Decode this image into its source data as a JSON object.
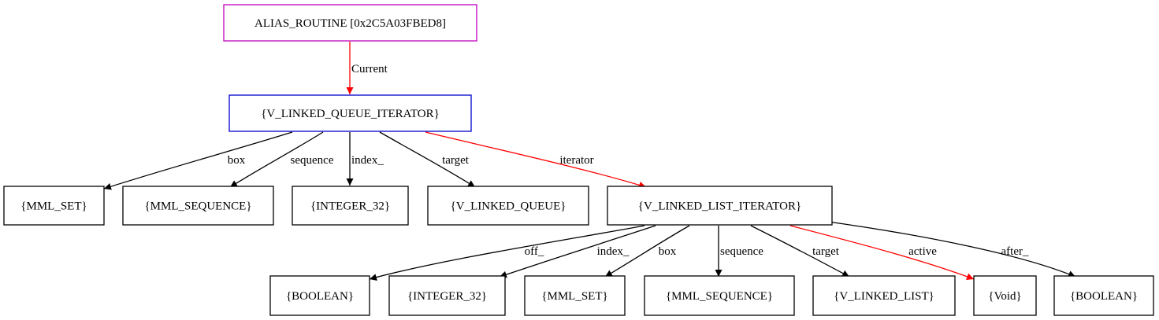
{
  "diagram": {
    "nodes": [
      {
        "id": "root",
        "label": "ALIAS_ROUTINE [0x2C5A03FBED8]",
        "border_color": "#c000c0"
      },
      {
        "id": "vlqi",
        "label": "{V_LINKED_QUEUE_ITERATOR}",
        "border_color": "#0000cc"
      },
      {
        "id": "mml_set_1",
        "label": "{MML_SET}",
        "border_color": "#000000"
      },
      {
        "id": "mml_seq_1",
        "label": "{MML_SEQUENCE}",
        "border_color": "#000000"
      },
      {
        "id": "int32_1",
        "label": "{INTEGER_32}",
        "border_color": "#000000"
      },
      {
        "id": "vlq",
        "label": "{V_LINKED_QUEUE}",
        "border_color": "#000000"
      },
      {
        "id": "vlli",
        "label": "{V_LINKED_LIST_ITERATOR}",
        "border_color": "#000000"
      },
      {
        "id": "bool_1",
        "label": "{BOOLEAN}",
        "border_color": "#000000"
      },
      {
        "id": "int32_2",
        "label": "{INTEGER_32}",
        "border_color": "#000000"
      },
      {
        "id": "mml_set_2",
        "label": "{MML_SET}",
        "border_color": "#000000"
      },
      {
        "id": "mml_seq_2",
        "label": "{MML_SEQUENCE}",
        "border_color": "#000000"
      },
      {
        "id": "vll",
        "label": "{V_LINKED_LIST}",
        "border_color": "#000000"
      },
      {
        "id": "void",
        "label": "{Void}",
        "border_color": "#000000"
      },
      {
        "id": "bool_2",
        "label": "{BOOLEAN}",
        "border_color": "#000000"
      }
    ],
    "edges": [
      {
        "id": "e_current",
        "from": "root",
        "to": "vlqi",
        "label": "Current",
        "color": "#ff0000"
      },
      {
        "id": "e_box_1",
        "from": "vlqi",
        "to": "mml_set_1",
        "label": "box",
        "color": "#000000"
      },
      {
        "id": "e_sequence_1",
        "from": "vlqi",
        "to": "mml_seq_1",
        "label": "sequence",
        "color": "#000000"
      },
      {
        "id": "e_index_1",
        "from": "vlqi",
        "to": "int32_1",
        "label": "index_",
        "color": "#000000"
      },
      {
        "id": "e_target_1",
        "from": "vlqi",
        "to": "vlq",
        "label": "target",
        "color": "#000000"
      },
      {
        "id": "e_iterator",
        "from": "vlqi",
        "to": "vlli",
        "label": "iterator",
        "color": "#ff0000"
      },
      {
        "id": "e_off",
        "from": "vlli",
        "to": "bool_1",
        "label": "off_",
        "color": "#000000"
      },
      {
        "id": "e_index_2",
        "from": "vlli",
        "to": "int32_2",
        "label": "index_",
        "color": "#000000"
      },
      {
        "id": "e_box_2",
        "from": "vlli",
        "to": "mml_set_2",
        "label": "box",
        "color": "#000000"
      },
      {
        "id": "e_sequence_2",
        "from": "vlli",
        "to": "mml_seq_2",
        "label": "sequence",
        "color": "#000000"
      },
      {
        "id": "e_target_2",
        "from": "vlli",
        "to": "vll",
        "label": "target",
        "color": "#000000"
      },
      {
        "id": "e_active",
        "from": "vlli",
        "to": "void",
        "label": "active",
        "color": "#ff0000"
      },
      {
        "id": "e_after",
        "from": "vlli",
        "to": "bool_2",
        "label": "after_",
        "color": "#000000"
      }
    ]
  }
}
